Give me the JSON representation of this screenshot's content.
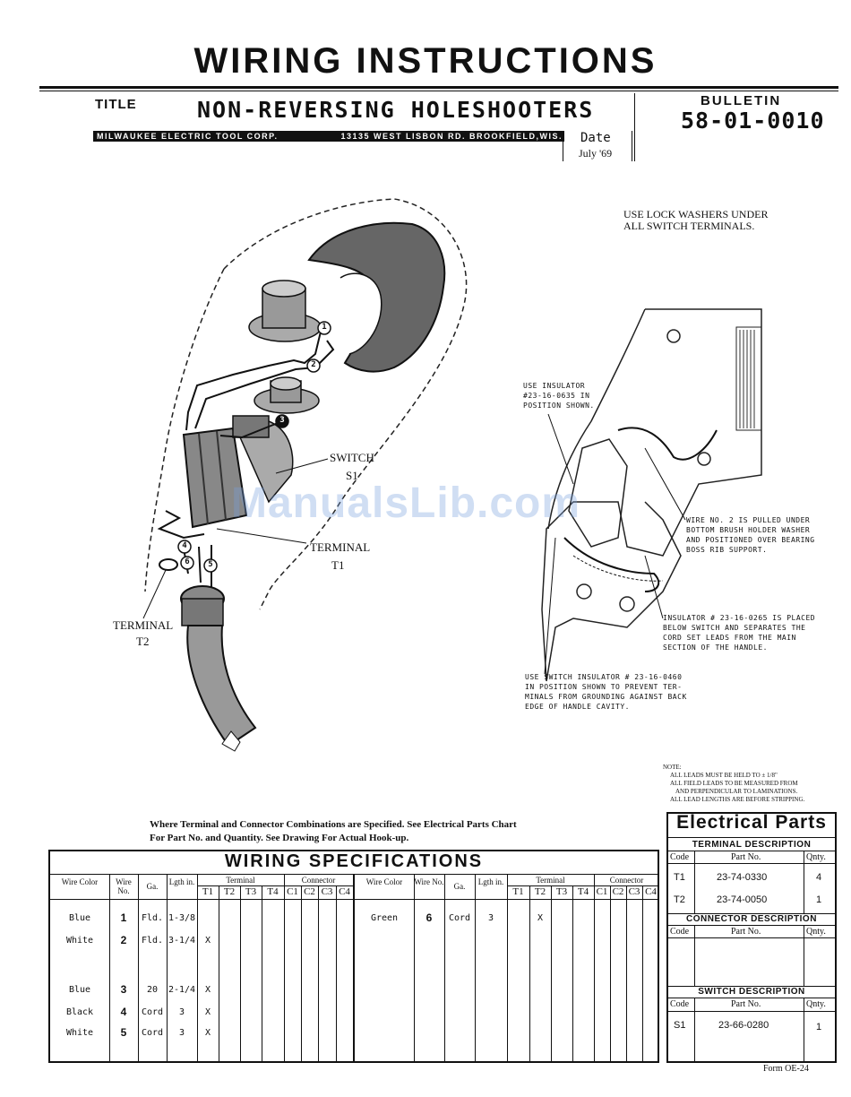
{
  "header": {
    "main_title": "WIRING INSTRUCTIONS",
    "title_label": "TITLE",
    "title_value": "NON-REVERSING HOLESHOOTERS",
    "company": "MILWAUKEE ELECTRIC TOOL CORP.",
    "address": "13135 WEST LISBON RD. BROOKFIELD,WIS.",
    "date_label": "Date",
    "date_value": "July '69",
    "bulletin_label": "BULLETIN",
    "bulletin_value": "58-01-0010"
  },
  "diagram_left": {
    "wire_numbers": [
      "1",
      "2",
      "3",
      "4",
      "5",
      "6"
    ],
    "switch_label_1": "SWITCH",
    "switch_label_2": "S1",
    "terminal_t1_1": "TERMINAL",
    "terminal_t1_2": "T1",
    "terminal_t2_1": "TERMINAL",
    "terminal_t2_2": "T2"
  },
  "diagram_right": {
    "lock_washer_1": "USE LOCK WASHERS UNDER",
    "lock_washer_2": "ALL SWITCH TERMINALS.",
    "insulator_1": "USE INSULATOR",
    "insulator_2": "#23-16-0635 IN",
    "insulator_3": "POSITION SHOWN.",
    "wire2_1": "WIRE NO. 2 IS PULLED UNDER",
    "wire2_2": "BOTTOM BRUSH HOLDER WASHER",
    "wire2_3": "AND POSITIONED OVER BEARING",
    "wire2_4": "BOSS RIB SUPPORT.",
    "ins0265_1": "INSULATOR # 23-16-0265 IS PLACED",
    "ins0265_2": "BELOW SWITCH AND SEPARATES THE",
    "ins0265_3": "CORD SET LEADS FROM THE MAIN",
    "ins0265_4": "SECTION OF THE HANDLE.",
    "sw0460_1": "USE SWITCH INSULATOR # 23-16-0460",
    "sw0460_2": "IN POSITION SHOWN TO PREVENT TER-",
    "sw0460_3": "MINALS FROM GROUNDING AGAINST BACK",
    "sw0460_4": "EDGE OF HANDLE CAVITY."
  },
  "watermark": "ManualsLib.com",
  "note": {
    "label": "NOTE:",
    "line1": "ALL LEADS MUST BE HELD TO ± 1/8\"",
    "line2": "ALL FIELD LEADS TO BE MEASURED FROM",
    "line3": "AND PERPENDICULAR TO LAMINATIONS.",
    "line4": "ALL LEAD LENGTHS ARE BEFORE STRIPPING."
  },
  "spec_note": {
    "line1": "Where Terminal and Connector Combinations are Specified. See Electrical Parts Chart",
    "line2": "For Part No. and Quantity. See Drawing For Actual Hook-up."
  },
  "wiring_specs": {
    "title": "WIRING SPECIFICATIONS",
    "headers": {
      "wire_color": "Wire Color",
      "wire_no": "Wire No.",
      "ga": "Ga.",
      "lgth": "Lgth in.",
      "terminal": "Terminal",
      "connector": "Connector",
      "t1": "T1",
      "t2": "T2",
      "t3": "T3",
      "t4": "T4",
      "c1": "C1",
      "c2": "C2",
      "c3": "C3",
      "c4": "C4"
    },
    "left_rows": [
      {
        "color": "Blue",
        "no": "1",
        "ga": "Fld.",
        "lgth": "1-3/8",
        "t1": ""
      },
      {
        "color": "White",
        "no": "2",
        "ga": "Fld.",
        "lgth": "3-1/4",
        "t1": "X"
      },
      {
        "color": "Blue",
        "no": "3",
        "ga": "20",
        "lgth": "2-1/4",
        "t1": "X"
      },
      {
        "color": "Black",
        "no": "4",
        "ga": "Cord",
        "lgth": "3",
        "t1": "X"
      },
      {
        "color": "White",
        "no": "5",
        "ga": "Cord",
        "lgth": "3",
        "t1": "X"
      }
    ],
    "right_rows": [
      {
        "color": "Green",
        "no": "6",
        "ga": "Cord",
        "lgth": "3",
        "t2": "X"
      }
    ]
  },
  "electrical_parts": {
    "title": "Electrical Parts",
    "terminal_section": "TERMINAL DESCRIPTION",
    "connector_section": "CONNECTOR DESCRIPTION",
    "switch_section": "SWITCH DESCRIPTION",
    "col_code": "Code",
    "col_part": "Part No.",
    "col_qty": "Qnty.",
    "terminals": [
      {
        "code": "T1",
        "part": "23-74-0330",
        "qty": "4"
      },
      {
        "code": "T2",
        "part": "23-74-0050",
        "qty": "1"
      }
    ],
    "switches": [
      {
        "code": "S1",
        "part": "23-66-0280",
        "qty": "1"
      }
    ]
  },
  "form": "Form OE-24"
}
